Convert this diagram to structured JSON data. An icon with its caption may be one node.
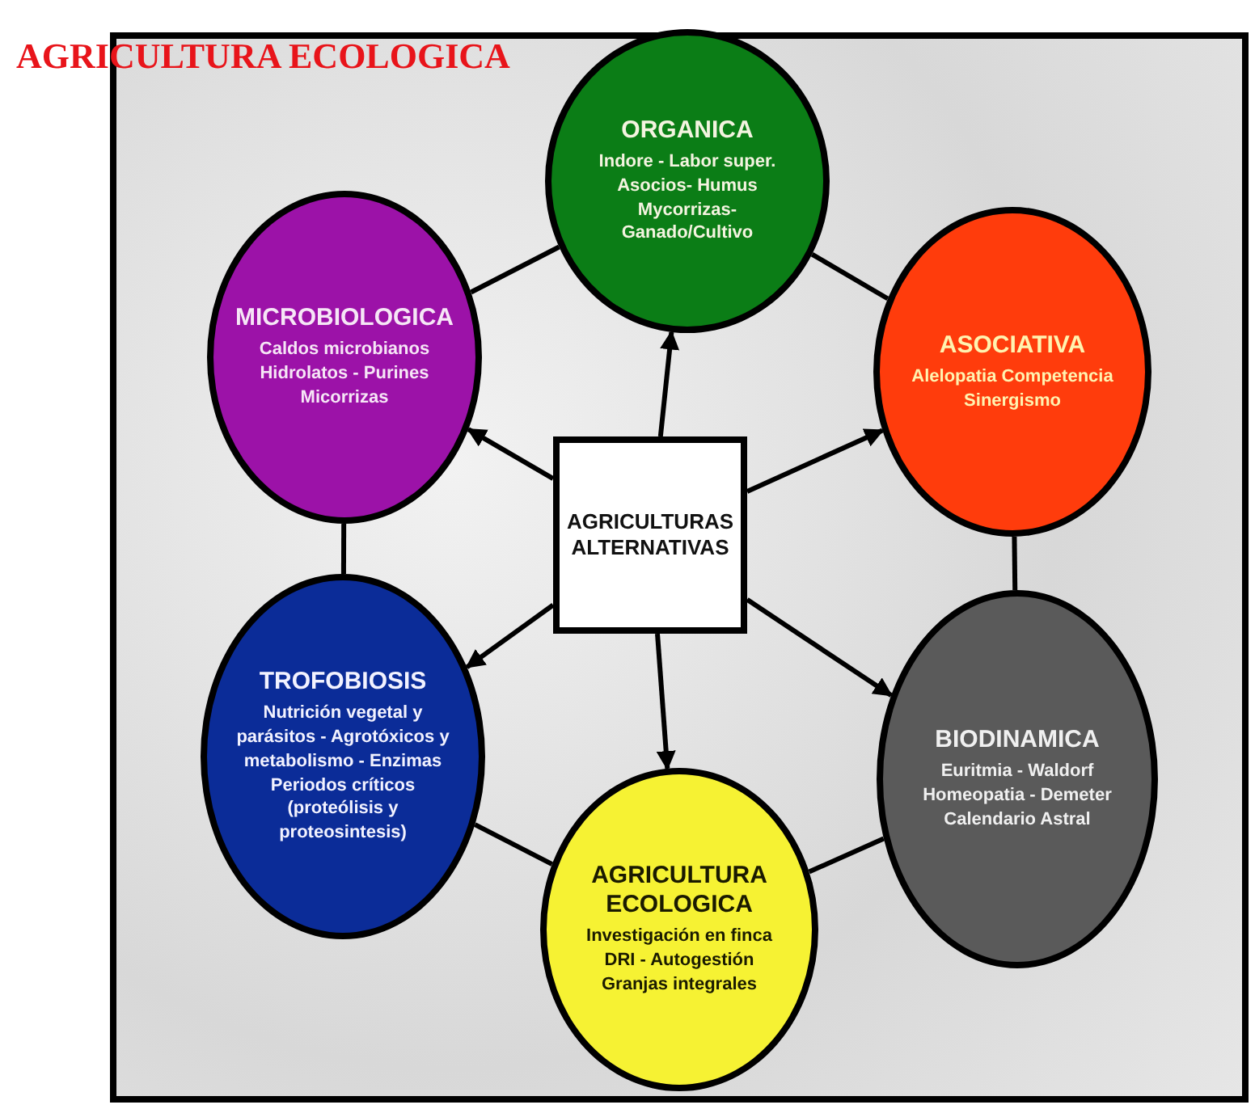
{
  "diagram": {
    "title": "AGRICULTURA ECOLOGICA",
    "nodes": [
      {
        "text": [
          "ORGANICA",
          "Indore - Labor super. Asocios- Humus Mycorrizas- Ganado/Cultivo"
        ]
      },
      {
        "text": [
          "MICROBIOLOGICA",
          "Caldos microbianos Hidrolatos - Purines Micorrizas"
        ]
      },
      {
        "text": [
          "ASOCIATIVA",
          "Alelopatia Competencia Sinergismo"
        ]
      },
      {
        "text": [
          "AGRICULTURAS ALTERNATIVAS"
        ]
      },
      {
        "text": [
          "TROFOBIOSIS",
          "Nutrición vegetal y parásitos - Agrotóxicos y metabolismo - Enzimas Periodos críticos (proteólisis y proteosintesis)"
        ]
      },
      {
        "text": [
          "BIODINAMICA",
          "Euritmia - Waldorf Homeopatia - Demeter Calendario Astral"
        ]
      },
      {
        "text": [
          "AGRICULTURA ECOLOGICA",
          "Investigación en finca DRI - Autogestión Granjas integrales"
        ]
      }
    ],
    "edges": [
      {
        "from": 3,
        "to": 0,
        "arrow": "to"
      },
      {
        "from": 3,
        "to": 1,
        "arrow": "to"
      },
      {
        "from": 3,
        "to": 2,
        "arrow": "to"
      },
      {
        "from": 3,
        "to": 4,
        "arrow": "to"
      },
      {
        "from": 3,
        "to": 5,
        "arrow": "to"
      },
      {
        "from": 3,
        "to": 6,
        "arrow": "to"
      },
      {
        "from": 0,
        "to": 1,
        "arrow": "none"
      },
      {
        "from": 0,
        "to": 2,
        "arrow": "none"
      },
      {
        "from": 1,
        "to": 4,
        "arrow": "none"
      },
      {
        "from": 2,
        "to": 5,
        "arrow": "none"
      },
      {
        "from": 4,
        "to": 6,
        "arrow": "none"
      },
      {
        "from": 6,
        "to": 5,
        "arrow": "none"
      }
    ]
  }
}
